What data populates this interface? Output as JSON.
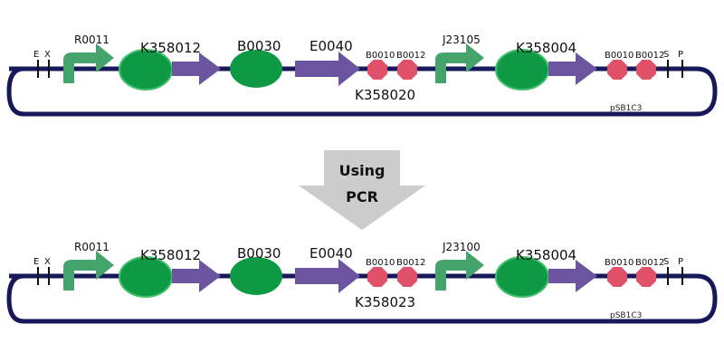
{
  "colors": {
    "backbone": "#17185a",
    "promoter": "#45a46b",
    "rbs": "#0e9a45",
    "rbs_stroke": "#45c06a",
    "cds": "#6b55a0",
    "terminator": "#e05068",
    "arrow": "#cccccc"
  },
  "constructs": [
    {
      "sites": {
        "e": "E",
        "x": "X",
        "s": "S",
        "p": "P"
      },
      "promoter1": "R0011",
      "rbs1": "K358012",
      "rbs2": "B0030",
      "cds2": "E0040",
      "term1": "B0010",
      "term2": "B0012",
      "composite": "K358020",
      "promoter2": "J23105",
      "rbs3": "K358004",
      "term3": "B0010",
      "term4": "B0012",
      "plasmid": "pSB1C3"
    },
    {
      "sites": {
        "e": "E",
        "x": "X",
        "s": "S",
        "p": "P"
      },
      "promoter1": "R0011",
      "rbs1": "K358012",
      "rbs2": "B0030",
      "cds2": "E0040",
      "term1": "B0010",
      "term2": "B0012",
      "composite": "K358023",
      "promoter2": "J23100",
      "rbs3": "K358004",
      "term3": "B0010",
      "term4": "B0012",
      "plasmid": "pSB1C3"
    }
  ],
  "process_arrow": {
    "line1": "Using",
    "line2": "PCR"
  }
}
